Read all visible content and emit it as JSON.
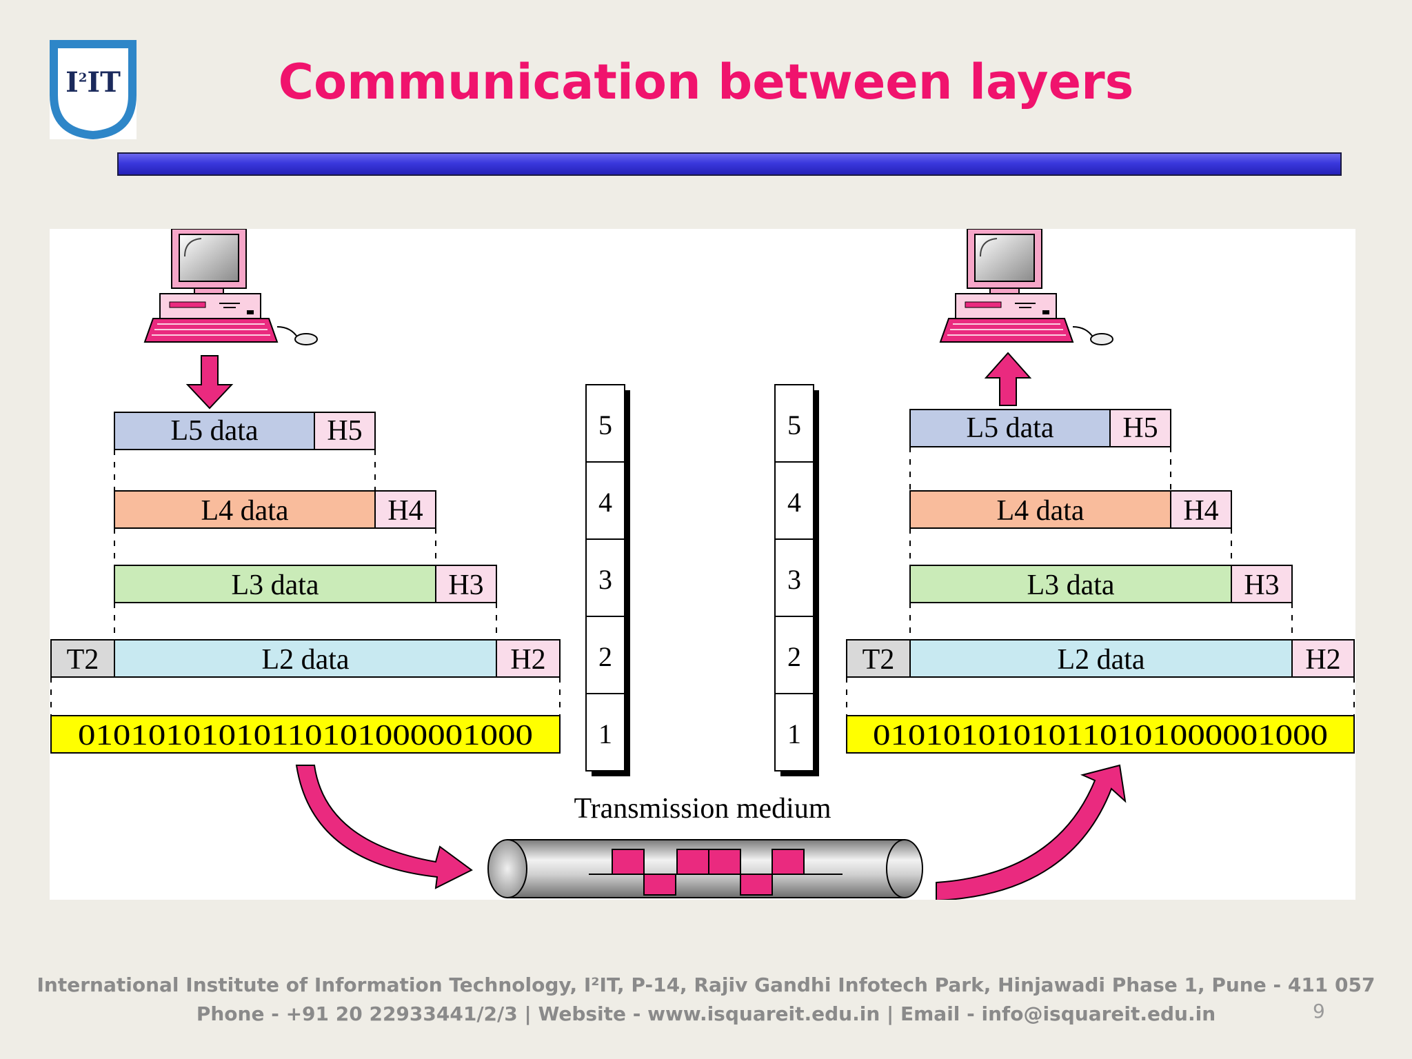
{
  "logo": {
    "text": "I",
    "sup": "2",
    "text2": "IT"
  },
  "title": "Communication between layers",
  "diagram": {
    "left_stack": {
      "l5": {
        "data": "L5 data",
        "header": "H5"
      },
      "l4": {
        "data": "L4 data",
        "header": "H4"
      },
      "l3": {
        "data": "L3 data",
        "header": "H3"
      },
      "l2": {
        "trailer": "T2",
        "data": "L2 data",
        "header": "H2"
      },
      "bits": "01010101010110101000001000"
    },
    "right_stack": {
      "l5": {
        "data": "L5 data",
        "header": "H5"
      },
      "l4": {
        "data": "L4 data",
        "header": "H4"
      },
      "l3": {
        "data": "L3 data",
        "header": "H3"
      },
      "l2": {
        "trailer": "T2",
        "data": "L2 data",
        "header": "H2"
      },
      "bits": "01010101010110101000001000"
    },
    "left_layers": [
      "5",
      "4",
      "3",
      "2",
      "1"
    ],
    "right_layers": [
      "5",
      "4",
      "3",
      "2",
      "1"
    ],
    "medium_label": "Transmission medium",
    "colors": {
      "l5": "#bfcbe6",
      "l4": "#f9bc9c",
      "l3": "#caebb8",
      "l2": "#c8e9f1",
      "header": "#fadcea",
      "trailer": "#d9d9d9",
      "bits": "#ffff00",
      "arrow": "#ea2a7f"
    }
  },
  "footer": {
    "line1": "International Institute of Information Technology, I²IT, P-14, Rajiv Gandhi Infotech Park, Hinjawadi Phase 1, Pune - 411 057",
    "line2": "Phone - +91 20 22933441/2/3 | Website - www.isquareit.edu.in | Email - info@isquareit.edu.in"
  },
  "page_number": "9"
}
